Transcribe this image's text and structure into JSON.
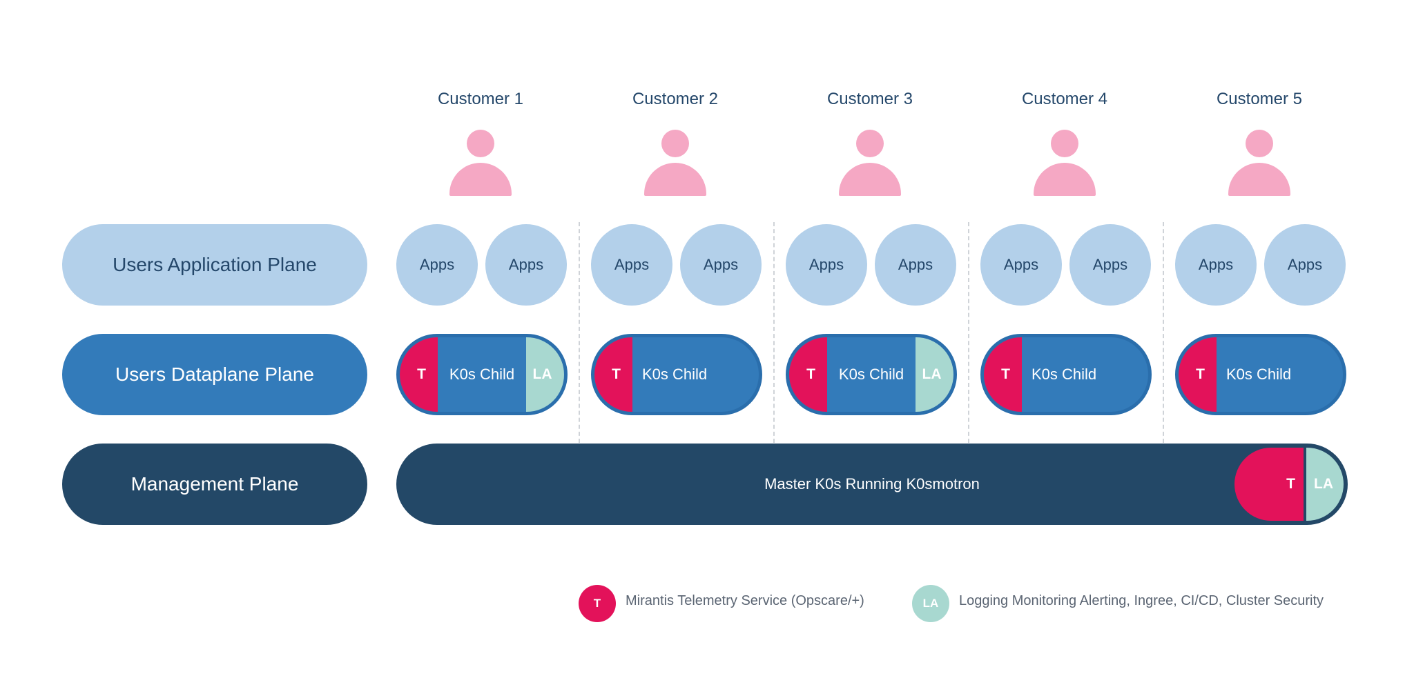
{
  "colors": {
    "app_plane": "#b3d0ea",
    "data_plane": "#337bba",
    "mgmt_plane": "#234867",
    "telemetry": "#e3125a",
    "logging": "#a8d8d0",
    "person": "#f5a8c4",
    "text_dark": "#24476a"
  },
  "customers": [
    {
      "name": "Customer 1",
      "apps": [
        "Apps",
        "Apps"
      ],
      "child": {
        "t": "T",
        "label": "K0s Child",
        "la": "LA"
      }
    },
    {
      "name": "Customer 2",
      "apps": [
        "Apps",
        "Apps"
      ],
      "child": {
        "t": "T",
        "label": "K0s Child",
        "la": null
      }
    },
    {
      "name": "Customer 3",
      "apps": [
        "Apps",
        "Apps"
      ],
      "child": {
        "t": "T",
        "label": "K0s Child",
        "la": "LA"
      }
    },
    {
      "name": "Customer 4",
      "apps": [
        "Apps",
        "Apps"
      ],
      "child": {
        "t": "T",
        "label": "K0s Child",
        "la": null
      }
    },
    {
      "name": "Customer 5",
      "apps": [
        "Apps",
        "Apps"
      ],
      "child": {
        "t": "T",
        "label": "K0s Child",
        "la": null
      }
    }
  ],
  "planes": {
    "application": "Users Application Plane",
    "dataplane": "Users Dataplane Plane",
    "management": "Management Plane"
  },
  "master": {
    "label": "Master K0s Running K0smotron",
    "t": "T",
    "la": "LA"
  },
  "legend": [
    {
      "badge": "T",
      "text": "Mirantis Telemetry Service (Opscare/+)",
      "icon": "telemetry-icon"
    },
    {
      "badge": "LA",
      "text": "Logging Monitoring Alerting, Ingree, CI/CD, Cluster Security",
      "icon": "logging-icon"
    }
  ]
}
